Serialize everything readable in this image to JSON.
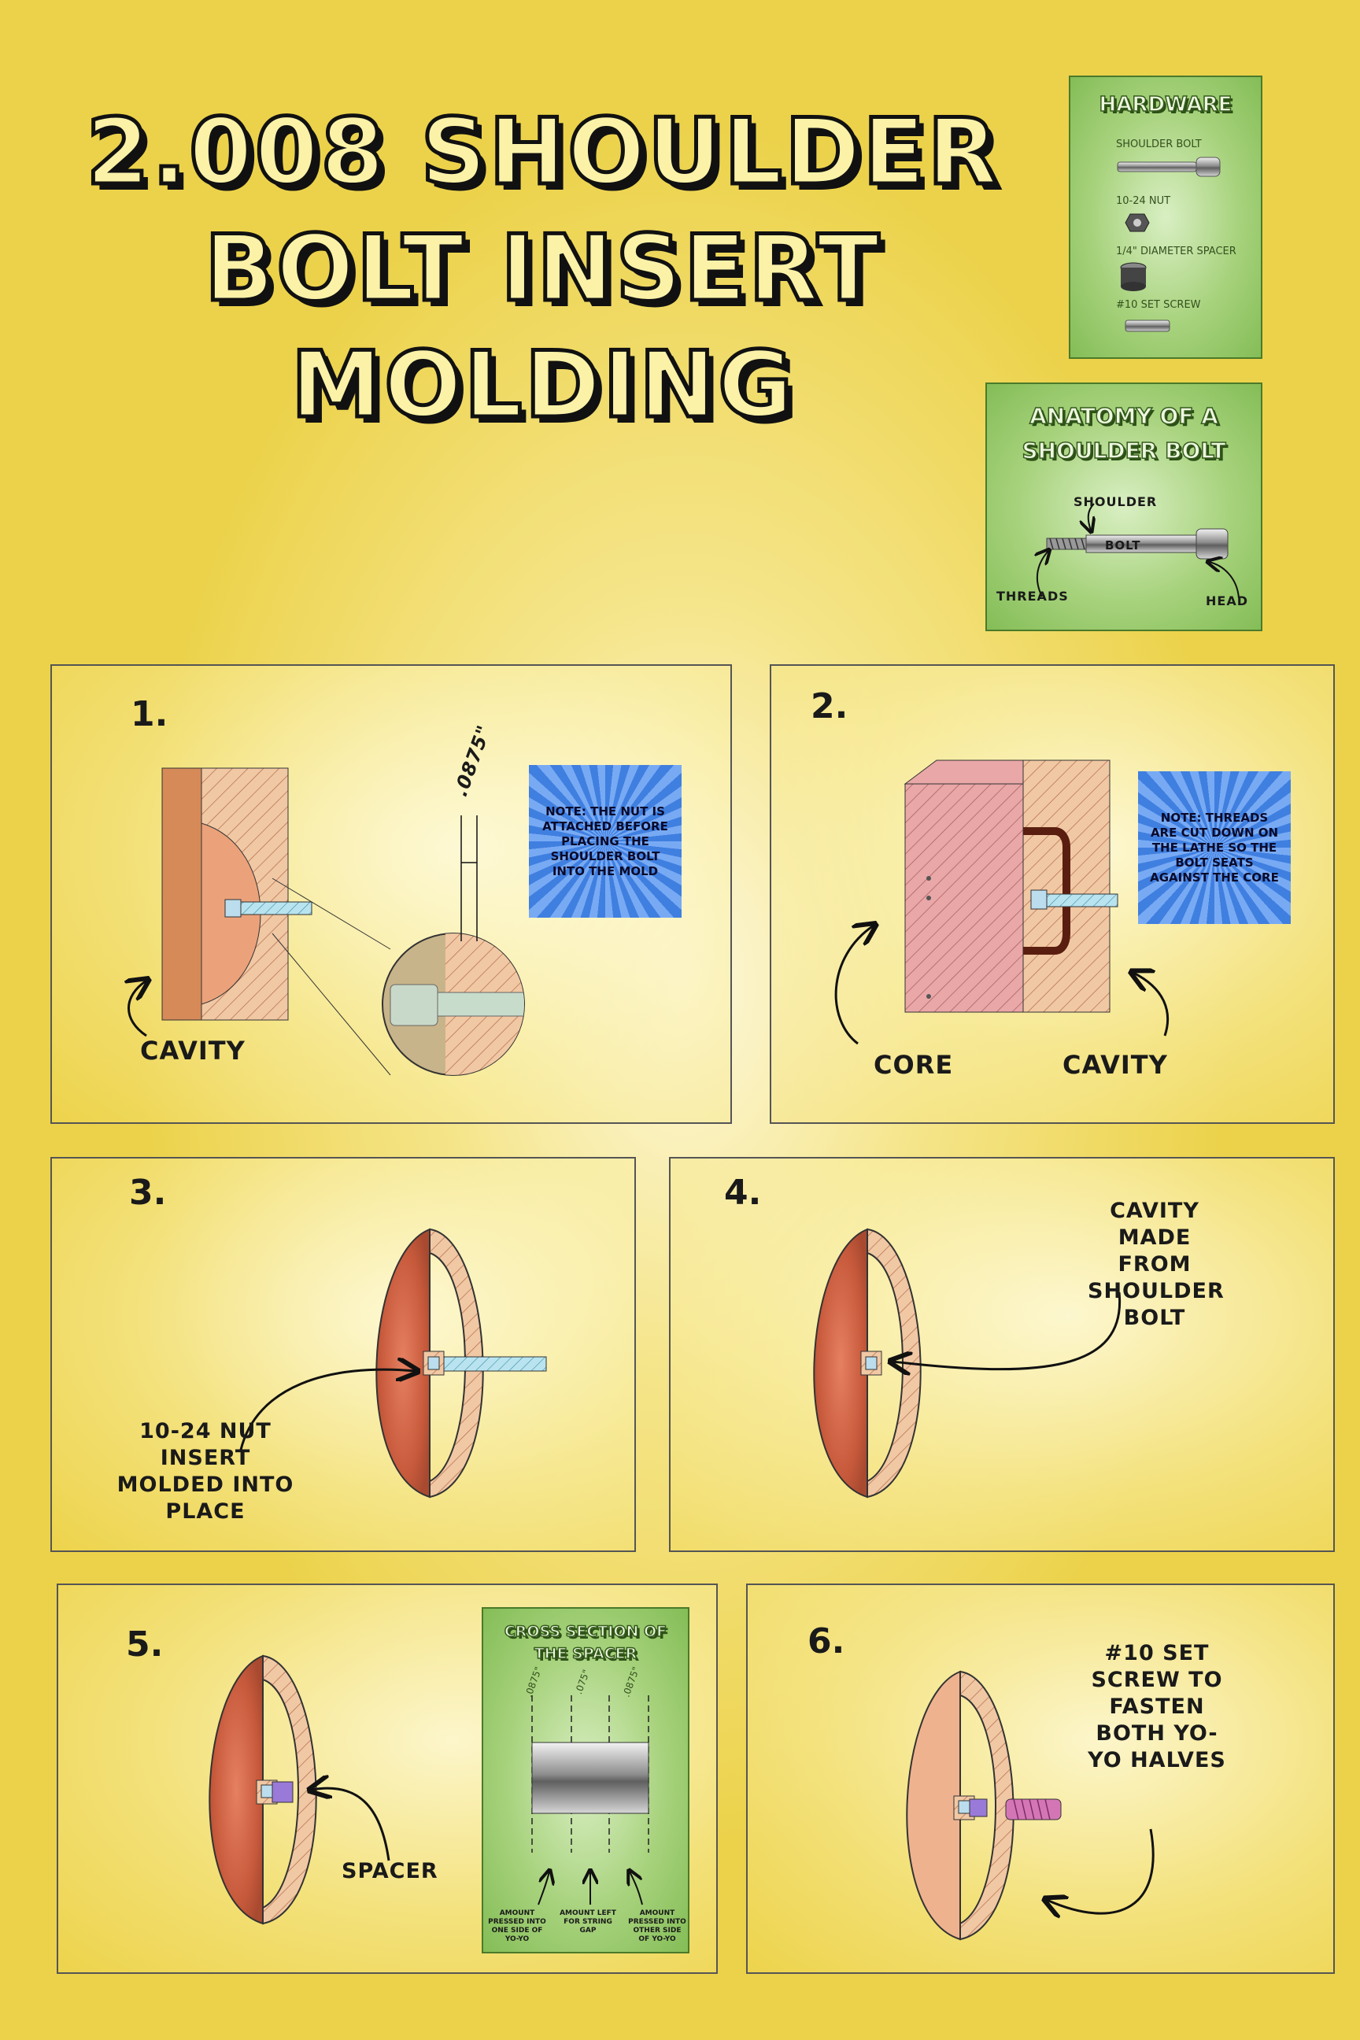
{
  "title": {
    "line1": "2.008 SHOULDER",
    "line2": "BOLT INSERT",
    "line3": "MOLDING"
  },
  "hardware": {
    "title": "HARDWARE",
    "items": [
      "SHOULDER BOLT",
      "10-24 NUT",
      "1/4\" DIAMETER SPACER",
      "#10 SET SCREW"
    ]
  },
  "anatomy": {
    "title_line1": "ANATOMY OF A",
    "title_line2": "SHOULDER BOLT",
    "labels": {
      "shoulder": "SHOULDER",
      "bolt": "BOLT",
      "threads": "THREADS",
      "head": "HEAD"
    }
  },
  "steps": [
    {
      "number": "1.",
      "label": "CAVITY",
      "dimension": ".0875\"",
      "note": "NOTE: THE NUT IS ATTACHED BEFORE PLACING THE SHOULDER BOLT INTO THE MOLD"
    },
    {
      "number": "2.",
      "label_core": "CORE",
      "label_cavity": "CAVITY",
      "note": "NOTE: THREADS ARE CUT DOWN ON THE LATHE SO THE BOLT SEATS AGAINST THE CORE"
    },
    {
      "number": "3.",
      "label": "10-24 NUT INSERT MOLDED INTO PLACE"
    },
    {
      "number": "4.",
      "label": "CAVITY MADE FROM SHOULDER BOLT"
    },
    {
      "number": "5.",
      "label": "SPACER"
    },
    {
      "number": "6.",
      "label": "#10 SET SCREW TO FASTEN BOTH YO-YO HALVES"
    }
  ],
  "spacer_section": {
    "title_line1": "CROSS SECTION OF",
    "title_line2": "THE SPACER",
    "dims": [
      ".0875\"",
      ".075\"",
      ".0875\""
    ],
    "annotations": [
      "AMOUNT PRESSED INTO ONE SIDE OF YO-YO",
      "AMOUNT LEFT FOR STRING GAP",
      "AMOUNT PRESSED INTO OTHER SIDE OF YO-YO"
    ]
  }
}
